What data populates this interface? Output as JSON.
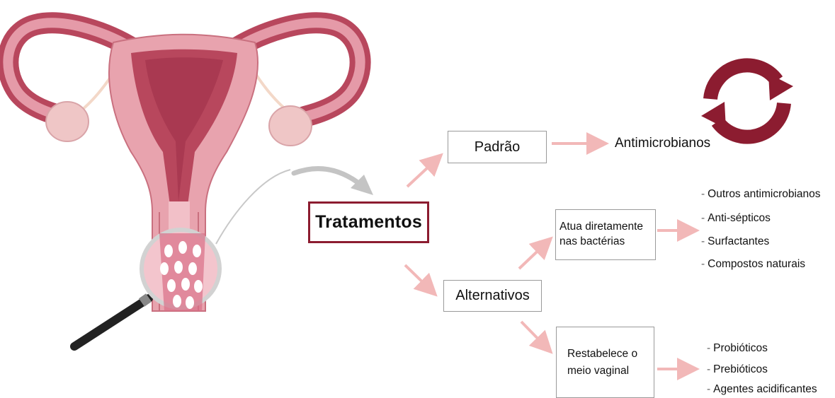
{
  "central": {
    "label": "Tratamentos"
  },
  "standard": {
    "label": "Padrão",
    "result": "Antimicrobianos"
  },
  "alternatives": {
    "label": "Alternativos",
    "direct": {
      "line1": "Atua diretamente",
      "line2": "nas bactérias",
      "items": [
        "Outros antimicrobianos",
        "Anti-sépticos",
        "Surfactantes",
        "Compostos naturais"
      ]
    },
    "restore": {
      "line1": "Restabelece o",
      "line2": "meio vaginal",
      "items": [
        "Probióticos",
        "Prebióticos",
        "Agentes acidificantes"
      ]
    }
  },
  "colors": {
    "accent": "#8c1c30",
    "arrow": "#f2b8b8",
    "uterus": "#e8a3ae",
    "uterus_dark": "#b8475d"
  },
  "icons": [
    "uterus-illustration",
    "magnifier-icon",
    "cycle-arrows-icon"
  ]
}
